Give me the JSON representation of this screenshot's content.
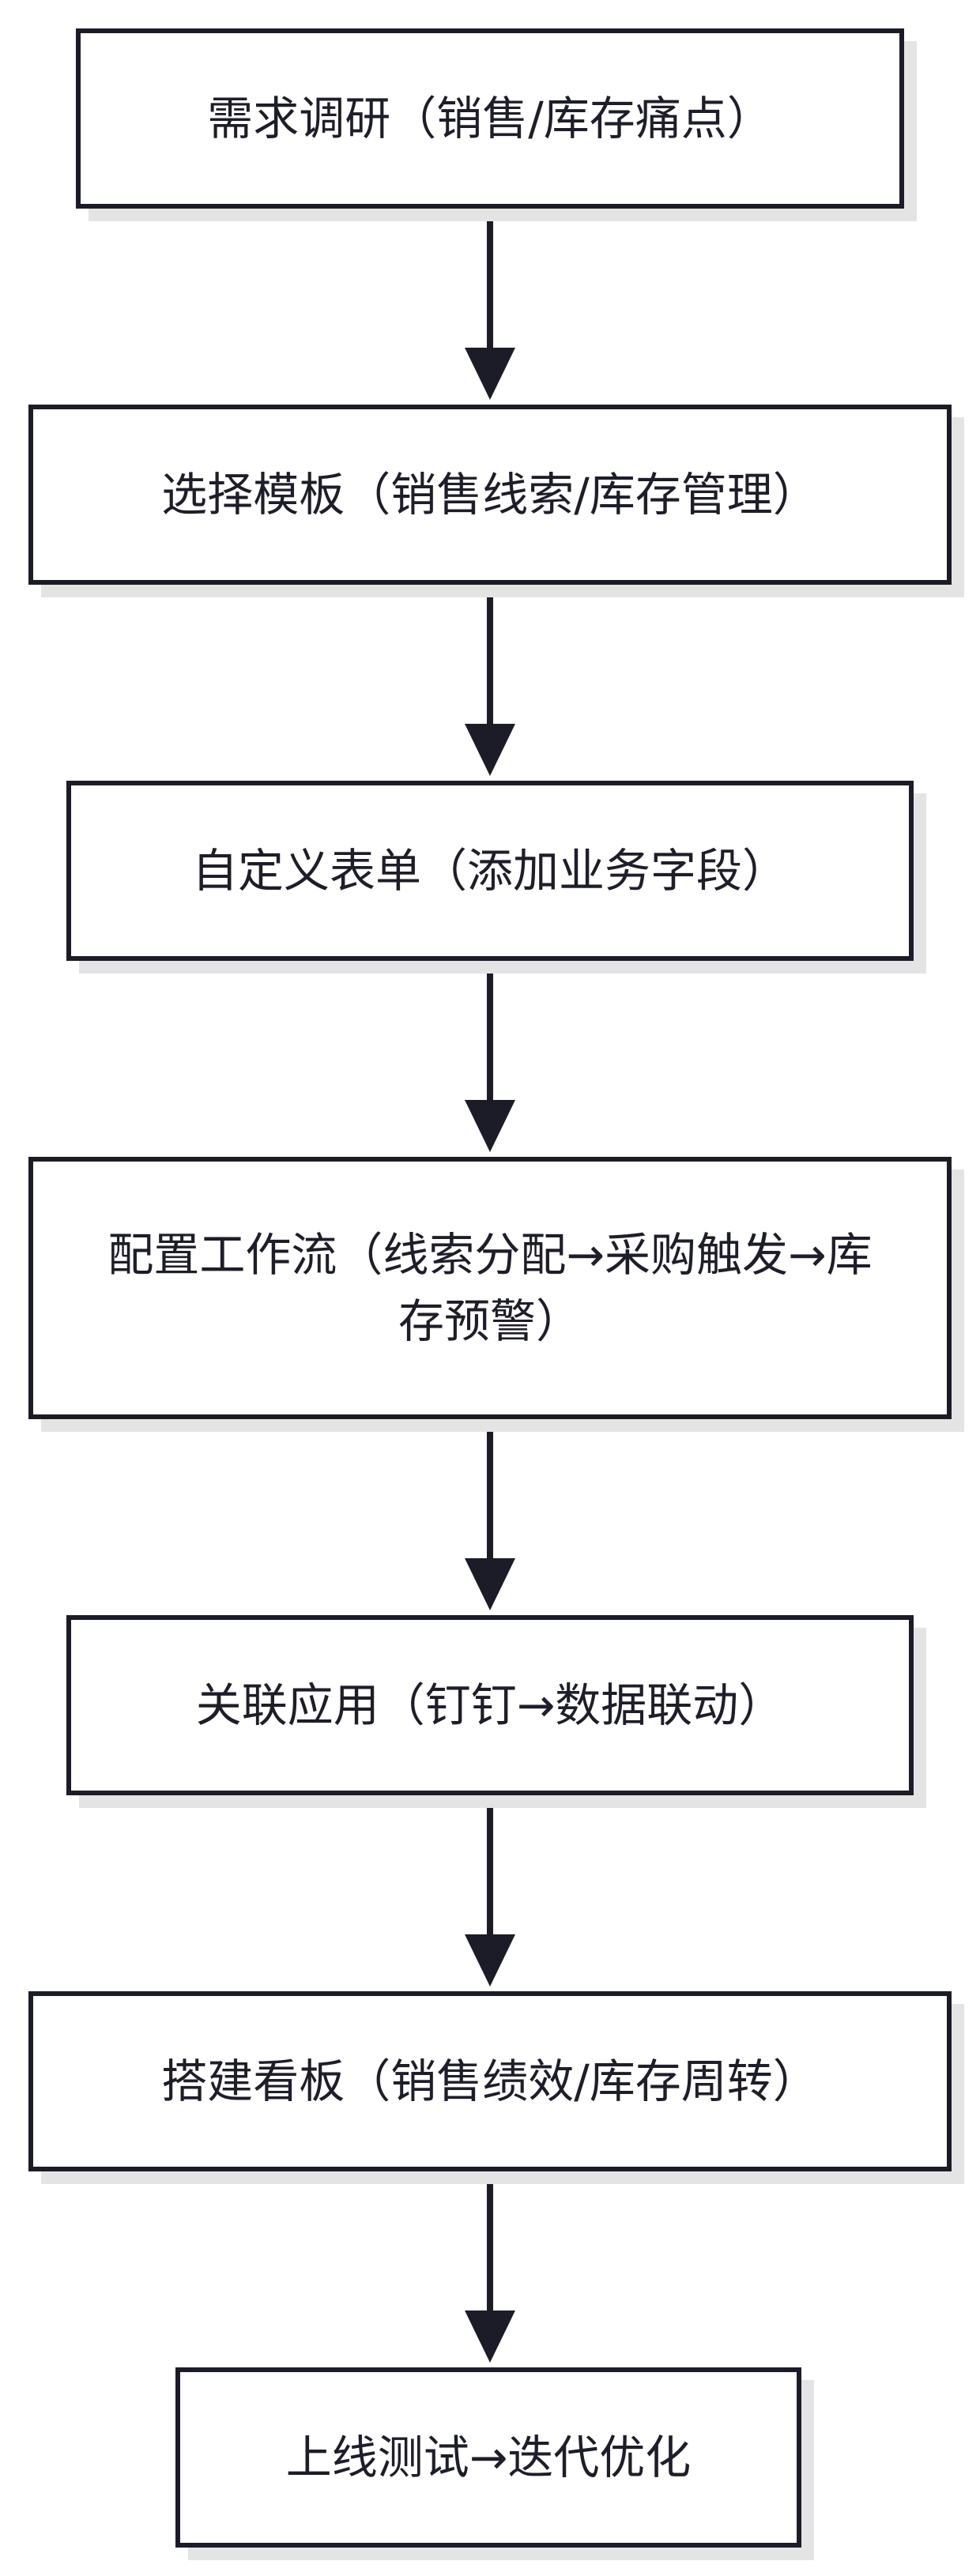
{
  "steps": [
    {
      "label": "需求调研（销售/库存痛点）"
    },
    {
      "label": "选择模板（销售线索/库存管理）"
    },
    {
      "label": "自定义表单（添加业务字段）"
    },
    {
      "label": "配置工作流（线索分配→采购触发→库存预警）"
    },
    {
      "label": "关联应用（钉钉→数据联动）"
    },
    {
      "label": "搭建看板（销售绩效/库存周转）"
    },
    {
      "label": "上线测试→迭代优化"
    }
  ],
  "colors": {
    "stroke": "#1c1c28",
    "text": "#1e1e2a",
    "shadow": "#e4e4e4",
    "background": "#ffffff"
  }
}
